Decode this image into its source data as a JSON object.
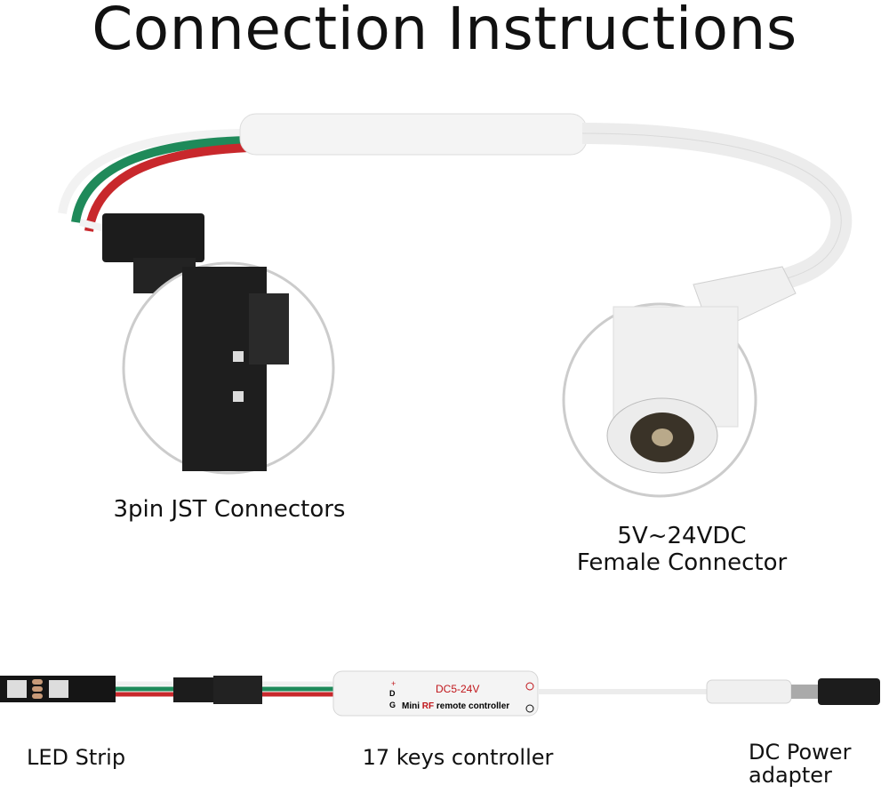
{
  "title": "Connection Instructions",
  "labels": {
    "jst": "3pin JST Connectors",
    "dc_line1": "5V~24VDC",
    "dc_line2": "Female Connector",
    "led_strip": "LED Strip",
    "controller": "17 keys controller",
    "power_line1": "DC Power",
    "power_line2": "adapter"
  },
  "controller_print": {
    "voltage": "DC5-24V",
    "name_prefix": "Mini ",
    "name_rf": "RF",
    "name_suffix": " remote controller",
    "pin_plus": "+",
    "pin_d": "D",
    "pin_g": "G"
  },
  "colors": {
    "wire_red": "#c8282c",
    "wire_green": "#1f8a5a",
    "wire_white": "#f2f2f2",
    "connector_black": "#1c1c1c",
    "rf_red": "#c0161b"
  }
}
